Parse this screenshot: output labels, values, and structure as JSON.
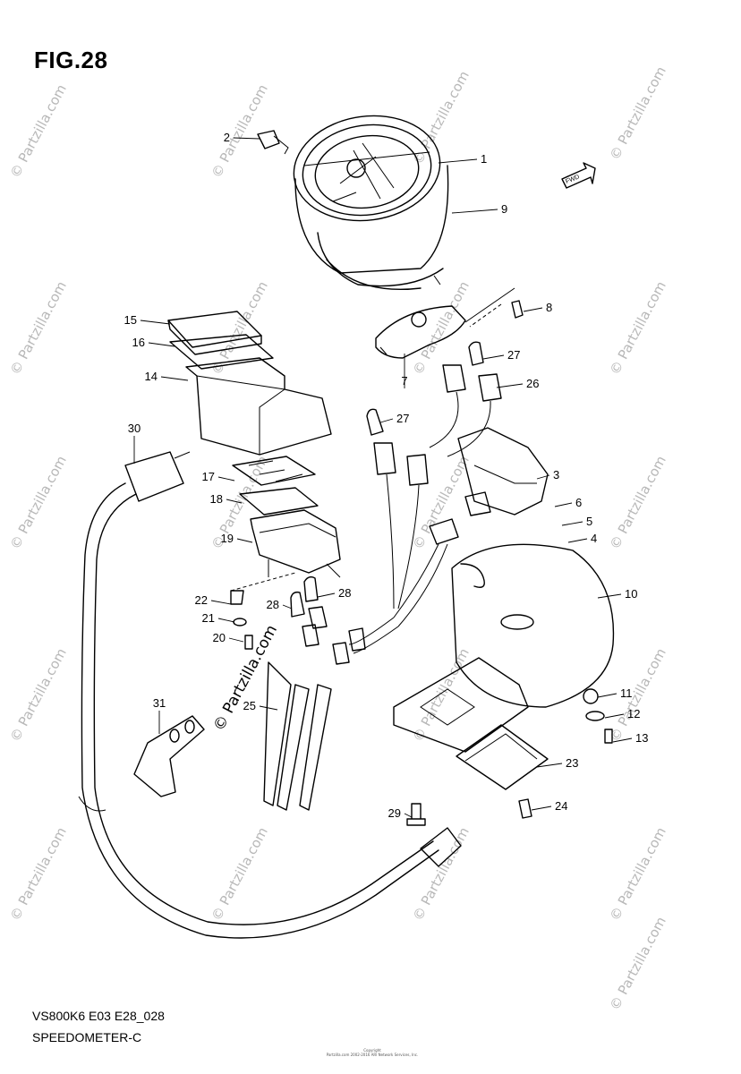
{
  "figure": {
    "title": "FIG.28",
    "model_code": "VS800K6 E03 E28_028",
    "section_name": "SPEEDOMETER-C",
    "copyright_line1": "Copyright",
    "copyright_line2": "Partzilla.com 2002-2016 ARI Network Services, Inc."
  },
  "direction_indicator": {
    "label": "FWD",
    "icon": "forward-arrow-icon"
  },
  "watermark": {
    "text": "© Partzilla.com"
  },
  "callouts": [
    {
      "number": "1"
    },
    {
      "number": "2"
    },
    {
      "number": "3"
    },
    {
      "number": "4"
    },
    {
      "number": "5"
    },
    {
      "number": "6"
    },
    {
      "number": "7"
    },
    {
      "number": "8"
    },
    {
      "number": "9"
    },
    {
      "number": "10"
    },
    {
      "number": "11"
    },
    {
      "number": "12"
    },
    {
      "number": "13"
    },
    {
      "number": "14"
    },
    {
      "number": "15"
    },
    {
      "number": "16"
    },
    {
      "number": "17"
    },
    {
      "number": "18"
    },
    {
      "number": "19"
    },
    {
      "number": "20"
    },
    {
      "number": "21"
    },
    {
      "number": "22"
    },
    {
      "number": "23"
    },
    {
      "number": "24"
    },
    {
      "number": "25"
    },
    {
      "number": "26"
    },
    {
      "number": "27"
    },
    {
      "number": "27"
    },
    {
      "number": "28"
    },
    {
      "number": "28"
    },
    {
      "number": "29"
    },
    {
      "number": "30"
    },
    {
      "number": "31"
    }
  ]
}
